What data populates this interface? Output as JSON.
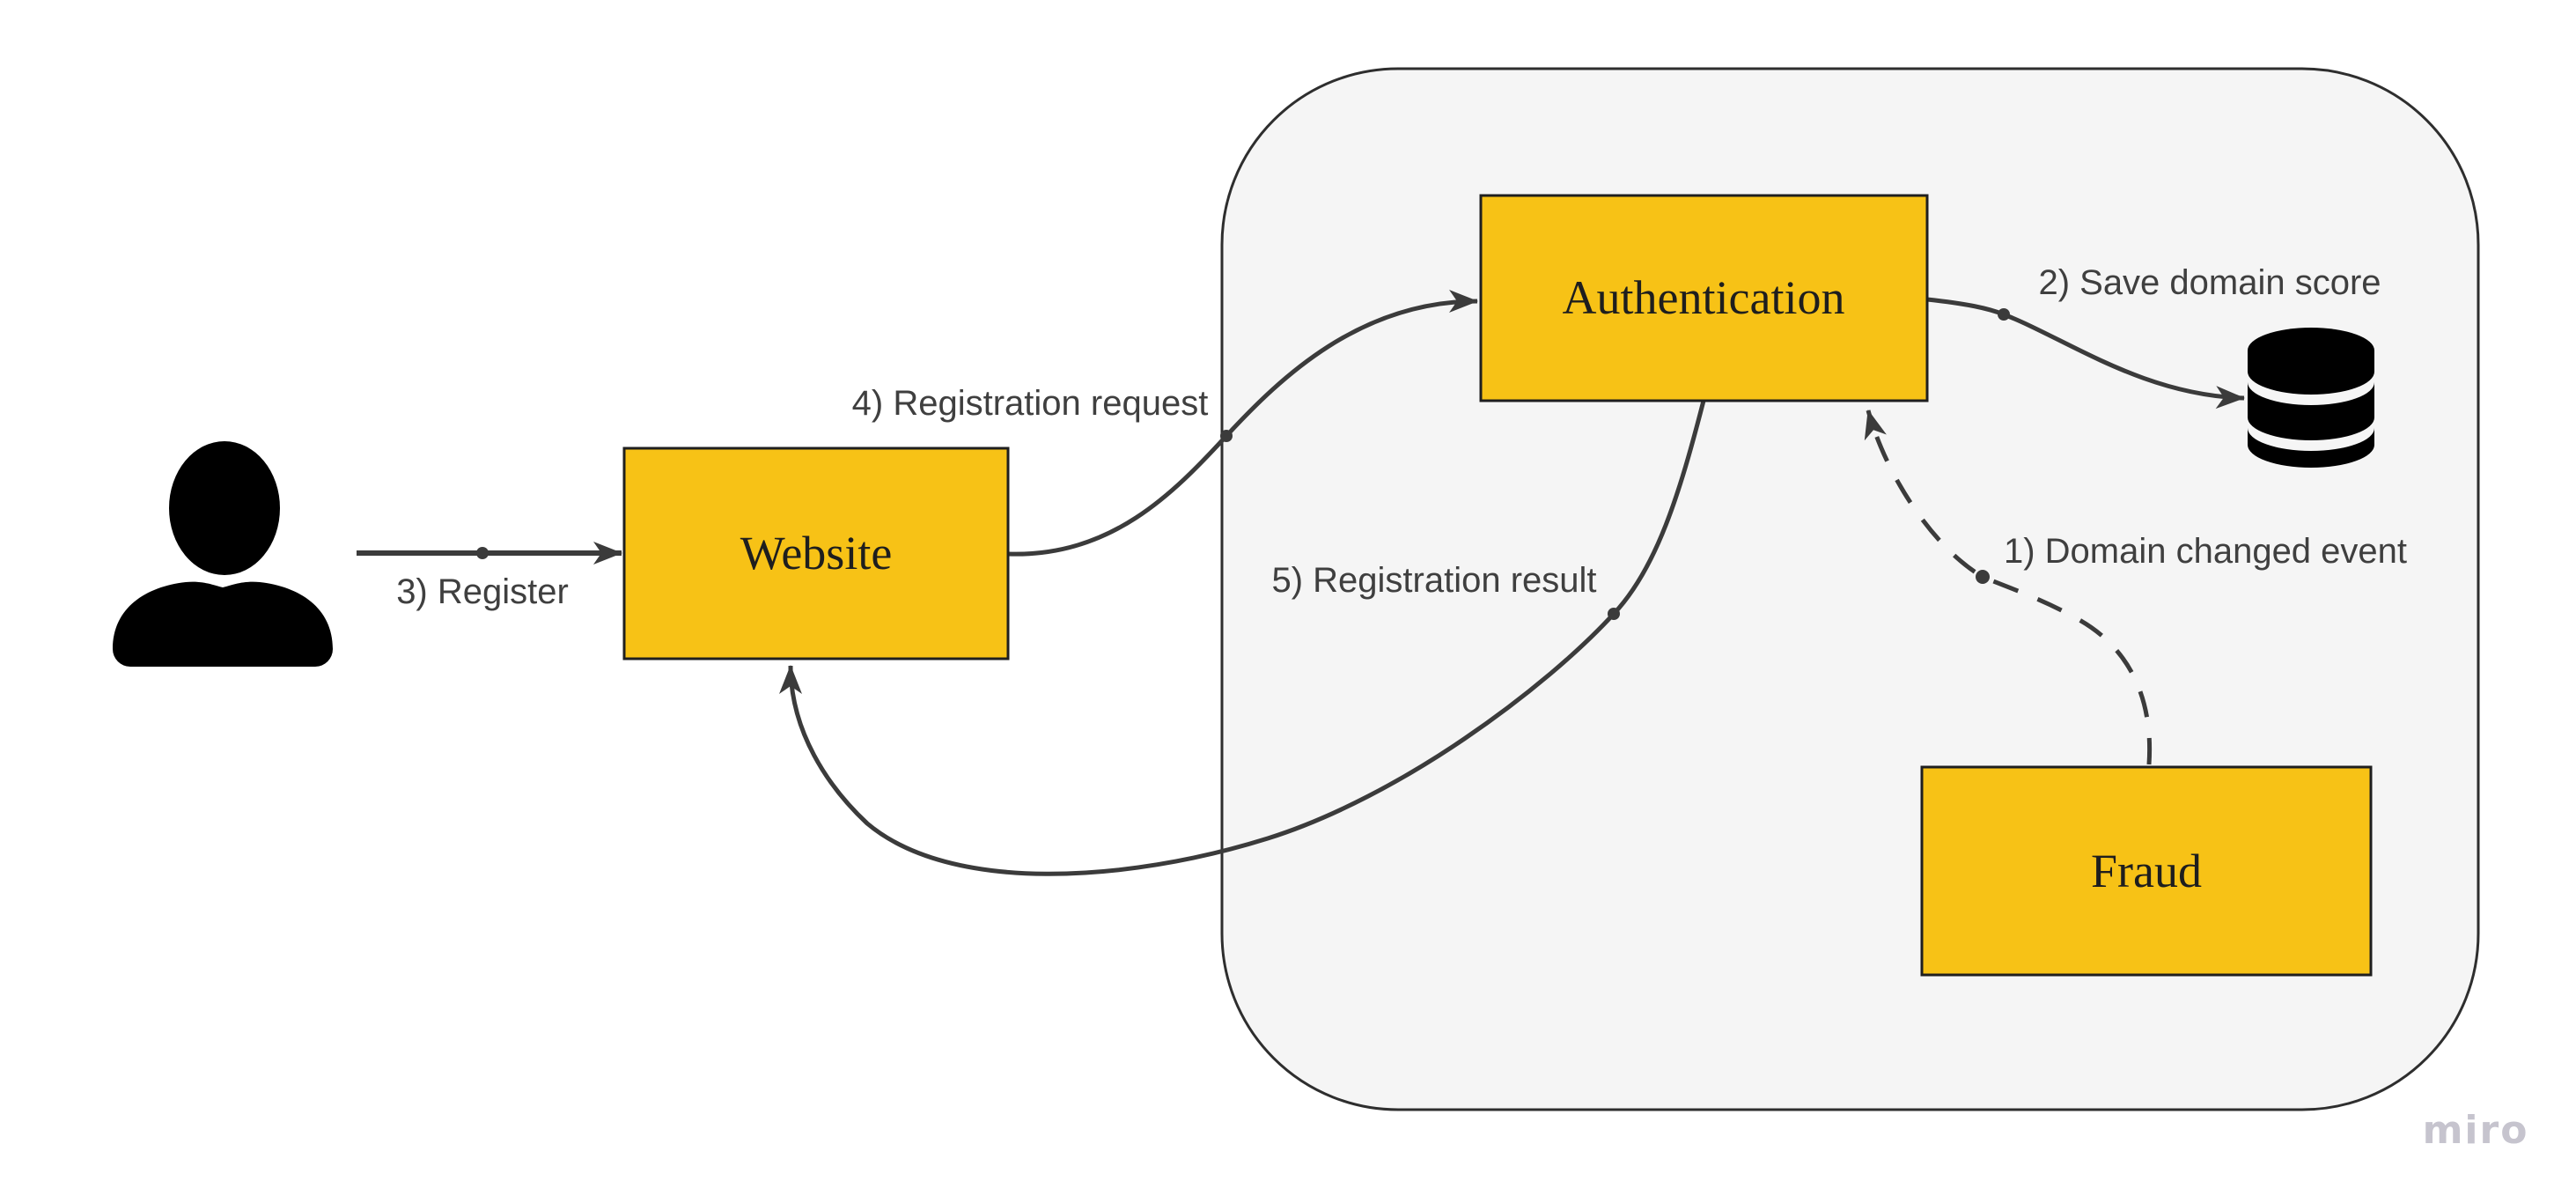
{
  "diagram": {
    "watermark": "miro",
    "colors": {
      "background": "#ffffff",
      "container_fill": "#f5f5f5",
      "container_stroke": "#2e2e2e",
      "node_fill": "#f7c216",
      "node_stroke": "#1f1f1f",
      "line_color": "#3b3b3b",
      "edge_label_color": "#3f3f3f",
      "node_label_color": "#1e1e1e",
      "icon_color": "#000000",
      "watermark_color": "#c6c4ce"
    },
    "icons": {
      "user": "user-icon",
      "database": "database-icon"
    },
    "nodes": {
      "website": {
        "label": "Website"
      },
      "authentication": {
        "label": "Authentication"
      },
      "fraud": {
        "label": "Fraud"
      }
    },
    "edges": {
      "register": {
        "label": "3) Register",
        "style": "solid",
        "from": "user",
        "to": "website"
      },
      "registration_request": {
        "label": "4) Registration request",
        "style": "solid",
        "from": "website",
        "to": "authentication"
      },
      "registration_result": {
        "label": "5) Registration result",
        "style": "solid",
        "from": "authentication",
        "to": "website"
      },
      "save_domain_score": {
        "label": "2) Save domain score",
        "style": "solid",
        "from": "authentication",
        "to": "database"
      },
      "domain_changed_event": {
        "label": "1) Domain changed event",
        "style": "dashed",
        "from": "fraud",
        "to": "authentication"
      }
    }
  }
}
